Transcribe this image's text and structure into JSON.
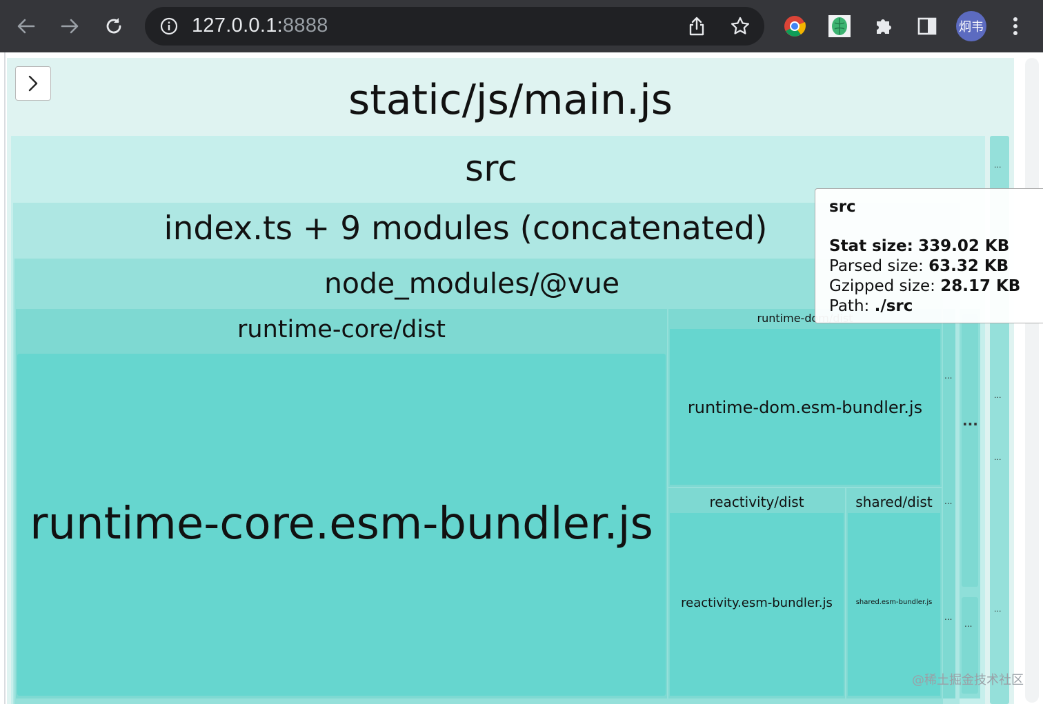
{
  "browser": {
    "url_host": "127.0.0.1:",
    "url_port": "8888",
    "profile_label": "炯韦",
    "icons": [
      "back-arrow-icon",
      "forward-arrow-icon",
      "reload-icon",
      "info-icon",
      "share-icon",
      "bookmark-star-icon",
      "chrome-extension-icon",
      "brain-extension-icon",
      "puzzle-extensions-icon",
      "side-panel-icon",
      "menu-kebab-icon"
    ]
  },
  "treemap": {
    "root": "static/js/main.js",
    "src": "src",
    "concat": "index.ts + 9 modules (concatenated)",
    "vue": "node_modules/@vue",
    "runtime_core_dir": "runtime-core/dist",
    "runtime_core_file": "runtime-core.esm-bundler.js",
    "runtime_dom_dir": "runtime-dom/dist",
    "runtime_dom_file": "runtime-dom.esm-bundler.js",
    "reactivity_dir": "reactivity/dist",
    "reactivity_file": "reactivity.esm-bundler.js",
    "shared_dir": "shared/dist",
    "shared_file": "shared.esm-bundler.js",
    "ellipsis": "...",
    "ellipsis_small": "...",
    "colors": {
      "root": "#dff3f1",
      "src": "#c6efec",
      "concat": "#aee7e3",
      "vue": "#95e0da",
      "dir": "#7ed9d2",
      "file": "#66d6cf",
      "side": "#8fdfd9"
    }
  },
  "tooltip": {
    "title": "src",
    "stat_label": "Stat size:",
    "stat_value": "339.02 KB",
    "parsed_label": "Parsed size:",
    "parsed_value": "63.32 KB",
    "gzip_label": "Gzipped size:",
    "gzip_value": "28.17 KB",
    "path_label": "Path:",
    "path_value": "./src"
  },
  "watermark": "@稀土掘金技术社区"
}
